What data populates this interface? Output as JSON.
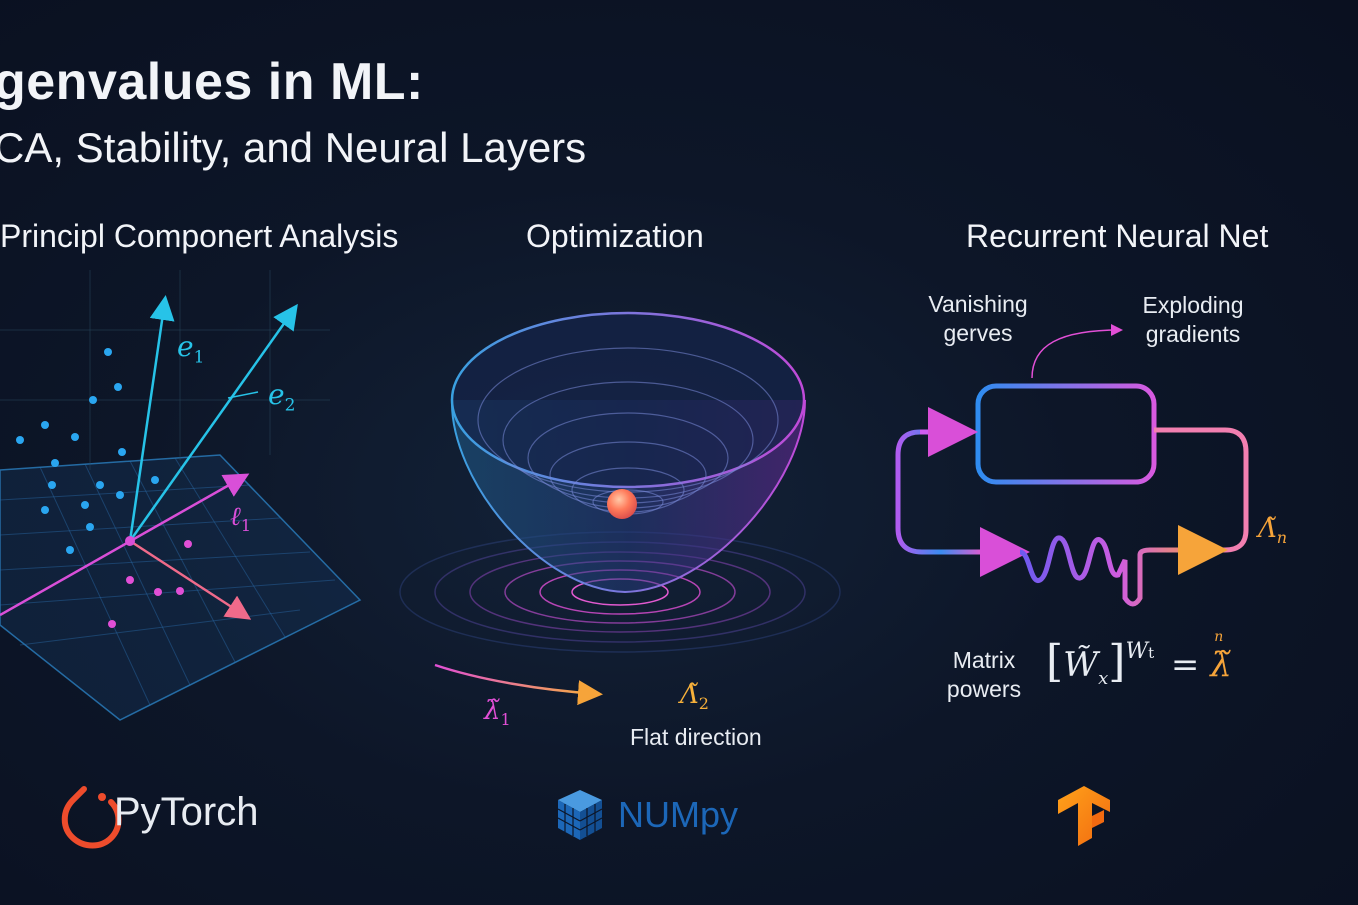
{
  "header": {
    "title": "genvalues in ML:",
    "subtitle": "CA, Stability, and Neural Layers"
  },
  "panels": {
    "pca": {
      "title": "Principl Componert Analysis",
      "e1": "e",
      "e1_sub": "1",
      "e2": "e",
      "e2_sub": "2",
      "l1": "ℓ",
      "l1_sub": "1"
    },
    "optimization": {
      "title": "Optimization",
      "lambda1": "λ̃",
      "lambda1_sub": "1",
      "lambda2": "Λ̃",
      "lambda2_sub": "2",
      "flat_direction": "Flat direction"
    },
    "rnn": {
      "title": "Recurrent Neural Net",
      "vanishing_line1": "Vanishing",
      "vanishing_line2": "gerves",
      "exploding_line1": "Exploding",
      "exploding_line2": "gradients",
      "lambda_n": "Λ̃",
      "lambda_n_sub": "n",
      "matrix_line1": "Matrix",
      "matrix_line2": "powers",
      "formula_w": "W̃",
      "formula_w_sub": "x",
      "formula_sup": "W",
      "formula_sup_sub": "t",
      "formula_eq": "=",
      "formula_n": "n",
      "formula_lambda": "λ̃"
    }
  },
  "footer": {
    "pytorch_label": "PyTorch",
    "numpy_label": "NUMpy"
  },
  "colors": {
    "cyan": "#27c3e8",
    "magenta": "#e14fd6",
    "orange": "#f6a43a",
    "pytorch": "#ee4c2c",
    "numpy": "#1c67b8",
    "tensorflow": "#ff8b18"
  },
  "icons": [
    "pytorch-flame-icon",
    "numpy-cube-icon",
    "tensorflow-icon"
  ]
}
